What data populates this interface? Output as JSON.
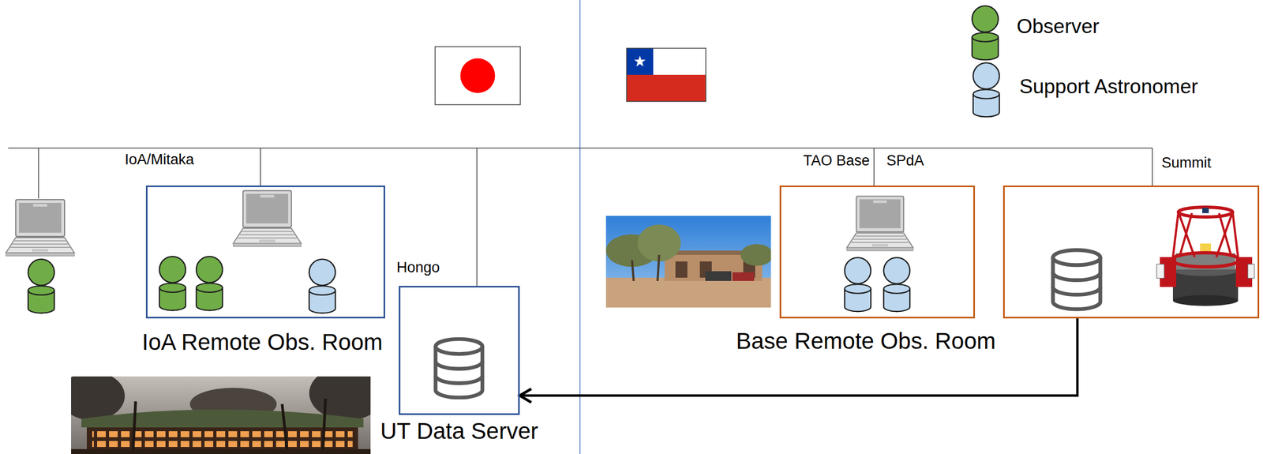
{
  "diagram": {
    "nodes": [
      {
        "text": [
          "IoA Remote Obs. Room"
        ]
      },
      {
        "text": [
          "UT Data Server"
        ]
      },
      {
        "text": [
          "Base Remote Obs. Room"
        ]
      },
      {
        "text": [
          "Summit"
        ]
      }
    ],
    "edges": [
      {
        "from": 3,
        "to": 1,
        "arrow": "to"
      }
    ],
    "labels": [
      "IoA/Mitaka",
      "Hongo",
      "TAO Base",
      "SPdA"
    ],
    "legend": [
      {
        "text": "Observer",
        "color": "#70ad47"
      },
      {
        "text": "Support Astronomer",
        "color": "#bdd7ee"
      }
    ]
  }
}
